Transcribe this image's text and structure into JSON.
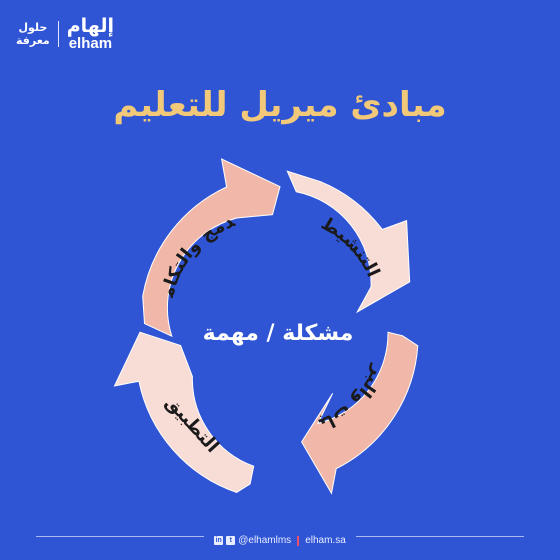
{
  "brand": {
    "name_ar": "إلهام",
    "name_en": "elham",
    "tagline_line1": "حلول",
    "tagline_line2": "معرفة"
  },
  "title": "مبادئ ميريل للتعليم",
  "diagram": {
    "center_label": "مشكلة / مهمة",
    "stages": [
      {
        "label": "التنشيط",
        "color": "#F8DCD6"
      },
      {
        "label": "الاثبات والبرهنة",
        "color": "#F1B8A9"
      },
      {
        "label": "التطبيق",
        "color": "#F8DCD6"
      },
      {
        "label": "الدمج والتكامل",
        "color": "#F1B8A9"
      }
    ],
    "text_color": "#1A1A1A"
  },
  "footer": {
    "social_handle": "@elhamlms",
    "website": "elham.sa",
    "icons": [
      "linkedin-icon",
      "twitter-icon"
    ]
  },
  "colors": {
    "background": "#2F55D4",
    "title": "#F2C879",
    "separator": "#F04E6E"
  }
}
